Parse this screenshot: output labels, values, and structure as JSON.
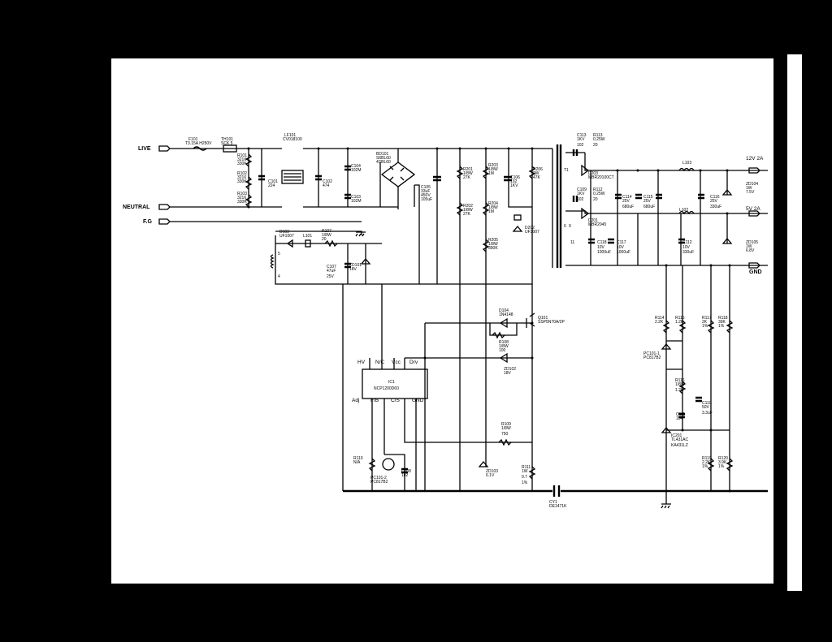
{
  "terminals": {
    "live": "LIVE",
    "neutral": "NEUTRAL",
    "fg": "F.G",
    "out12v": "12V 2A",
    "out5v": "5V 2A",
    "gnd": "GND"
  },
  "components": {
    "f101": [
      "F101",
      "T3.15A H250V"
    ],
    "th101": [
      "TH101",
      "SCK 5"
    ],
    "r101": [
      "R101",
      "3216",
      "330K"
    ],
    "r102": [
      "R102",
      "3216",
      "330K"
    ],
    "r103": [
      "R103",
      "3216",
      "330K"
    ],
    "c101": [
      "C101",
      "224"
    ],
    "lf101": [
      "LF101",
      "CV018100"
    ],
    "c102": [
      "C102",
      "474"
    ],
    "c104": [
      "C104",
      "102M"
    ],
    "c103": [
      "C103",
      "102M"
    ],
    "bd101": [
      "BD101",
      "S6BL60",
      "4SBL60"
    ],
    "c105": [
      "C105",
      "33uF",
      "450V",
      "105uF"
    ],
    "r201": [
      "R201",
      "1/8W",
      "27K"
    ],
    "r202": [
      "R202",
      "1/8W",
      "27K"
    ],
    "r203": [
      "R203",
      "1/8W",
      "1M"
    ],
    "r204": [
      "R204",
      "1/8W",
      "1M"
    ],
    "r205": [
      "R205",
      "1/8W",
      "390K"
    ],
    "c106": [
      "C106",
      "102",
      "1KV"
    ],
    "r206": [
      "R206",
      "2W",
      "47K"
    ],
    "d202": [
      "D202",
      "UF3007"
    ],
    "d103": [
      "D103",
      "UF1007"
    ],
    "l101": [
      "L101"
    ],
    "r107": [
      "R107",
      "1/8W",
      "20"
    ],
    "c107": [
      "C107",
      "47uF",
      "25V"
    ],
    "zd101": [
      "ZD101",
      "18V"
    ],
    "q101": [
      "Q101",
      "SSP5N70A/2P"
    ],
    "d104": [
      "D104",
      "1N4148"
    ],
    "r108": [
      "R108",
      "1/8W",
      "100"
    ],
    "zd102": [
      "ZD102",
      "18V"
    ],
    "ic101": [
      "IC1",
      "NCP1200D60"
    ],
    "ic_pins_top": [
      "HV",
      "N/C",
      "Vcc",
      "Drv"
    ],
    "ic_pins_bottom": [
      "Adj",
      "F/B",
      "C/S",
      "GND"
    ],
    "r109": [
      "R109",
      "1/8W",
      "750"
    ],
    "r110": [
      "R110",
      "N/A"
    ],
    "pc101": [
      "PC101-2",
      "PC817B2"
    ],
    "c108": [
      "C108",
      "102"
    ],
    "zd103": [
      "ZD103",
      "6.1V"
    ],
    "r111": [
      "R111",
      "1W",
      "0.7",
      "1%"
    ],
    "cy": [
      "CY1",
      "DE1471K"
    ],
    "c113": [
      "C113",
      "1KV",
      "102"
    ],
    "r113": [
      "R113",
      "0.25W",
      "20"
    ],
    "c109": [
      "C109",
      "1KV",
      "102"
    ],
    "r112": [
      "R112",
      "0.25W",
      "20"
    ],
    "d203": [
      "D203",
      "MBR20100CT"
    ],
    "d201": [
      "D201",
      "MBR2045"
    ],
    "c114": [
      "C114",
      "25V",
      "680uF"
    ],
    "c115": [
      "C115",
      "25V",
      "680uF"
    ],
    "l103": [
      "L103"
    ],
    "c116": [
      "C116",
      "25V",
      "330uF"
    ],
    "l102": [
      "L102"
    ],
    "c118": [
      "C118",
      "10V",
      "1000uF"
    ],
    "c117": [
      "C117",
      "10V",
      "1000uF"
    ],
    "c112": [
      "C112",
      "10V",
      "330uF"
    ],
    "zd104": [
      "ZD104",
      "1W",
      "7.5V"
    ],
    "zd105": [
      "ZD105",
      "1W",
      "6.8V"
    ],
    "r114": [
      "R114",
      "2.2K"
    ],
    "r115": [
      "R115",
      "1.2K"
    ],
    "r117": [
      "R117",
      "2K",
      "1%"
    ],
    "r118": [
      "R118",
      "39K",
      "1%"
    ],
    "pc101b": [
      "PC101-1",
      "PC817B2"
    ],
    "r116": [
      "R116",
      "1/8W",
      "1.2K"
    ],
    "c110": [
      "C110",
      "50V",
      "3.3uF"
    ],
    "c111": [
      "C111",
      "104"
    ],
    "ic201": [
      "IC201",
      "TL431AC",
      "KA431LZ"
    ],
    "r119": [
      "R119",
      "2.2K",
      "1%"
    ],
    "r120": [
      "R120",
      "3.9K",
      "1%"
    ],
    "t1": [
      "T1"
    ],
    "pins": [
      "5",
      "4",
      "6",
      "9",
      "11"
    ]
  }
}
